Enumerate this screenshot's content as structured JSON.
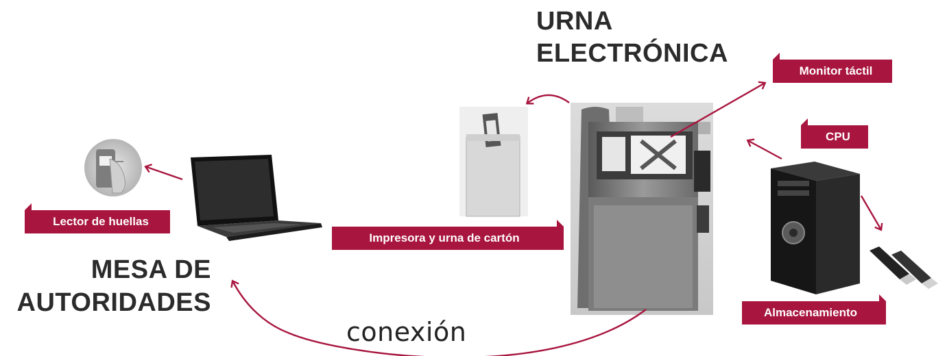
{
  "titles": {
    "urna_line1": "URNA",
    "urna_line2": "ELECTRÓNICA",
    "mesa_line1": "MESA DE",
    "mesa_line2": "AUTORIDADES"
  },
  "labels": {
    "monitor": "Monitor táctil",
    "cpu": "CPU",
    "lector": "Lector de huellas",
    "impresora": "Impresora y urna de cartón",
    "almacenamiento": "Almacenamiento",
    "conexion": "conexión"
  },
  "colors": {
    "accent": "#a8153e",
    "heading": "#2b2b2b"
  },
  "icons": [
    "fingerprint-reader-icon",
    "laptop-icon",
    "printer-ballot-box-icon",
    "voting-machine-icon",
    "cpu-tower-icon",
    "usb-drive-icon"
  ]
}
